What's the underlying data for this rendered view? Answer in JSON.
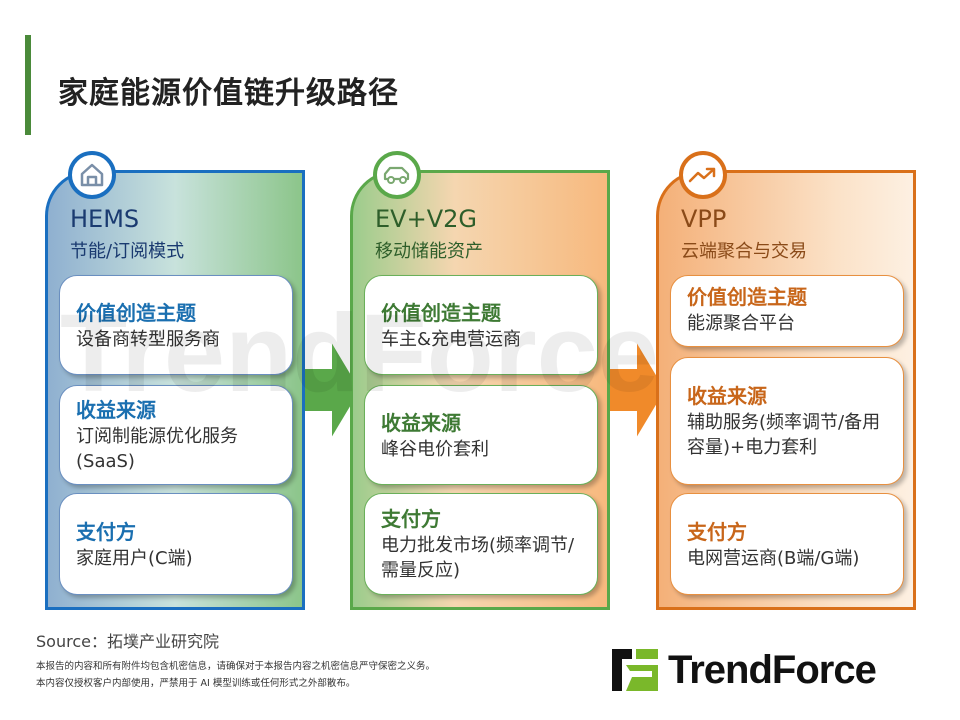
{
  "title": "家庭能源价值链升级路径",
  "watermark": "TrendForce",
  "colors": {
    "blue": "#1a6fc0",
    "green": "#5aa84a",
    "orange": "#d9701a",
    "accent_bar": "#4a8a3a"
  },
  "panels": [
    {
      "icon": "home-icon",
      "heading": "HEMS",
      "subtitle": "节能/订阅模式",
      "cards": [
        {
          "title": "价值创造主题",
          "body": "设备商转型服务商"
        },
        {
          "title": "收益来源",
          "body": "订阅制能源优化服务(SaaS)"
        },
        {
          "title": "支付方",
          "body": "家庭用户(C端)"
        }
      ]
    },
    {
      "icon": "car-icon",
      "heading": "EV+V2G",
      "subtitle": "移动储能资产",
      "cards": [
        {
          "title": "价值创造主题",
          "body": "车主&充电营运商"
        },
        {
          "title": "收益来源",
          "body": "峰谷电价套利"
        },
        {
          "title": "支付方",
          "body": "电力批发市场(频率调节/需量反应)"
        }
      ]
    },
    {
      "icon": "trend-up-icon",
      "heading": "VPP",
      "subtitle": "云端聚合与交易",
      "cards": [
        {
          "title": "价值创造主题",
          "body": "能源聚合平台"
        },
        {
          "title": "收益来源",
          "body": "辅助服务(频率调节/备用容量)+电力套利"
        },
        {
          "title": "支付方",
          "body": "电网营运商(B端/G端)"
        }
      ]
    }
  ],
  "footer": {
    "source": "Source：拓墣产业研究院",
    "disclaimer1": "本报告的内容和所有附件均包含机密信息，请确保对于本报告内容之机密信息严守保密之义务。",
    "disclaimer2": "本内容仅授权客户内部使用，严禁用于 AI 模型训练或任何形式之外部散布。",
    "logo": "TrendForce"
  }
}
